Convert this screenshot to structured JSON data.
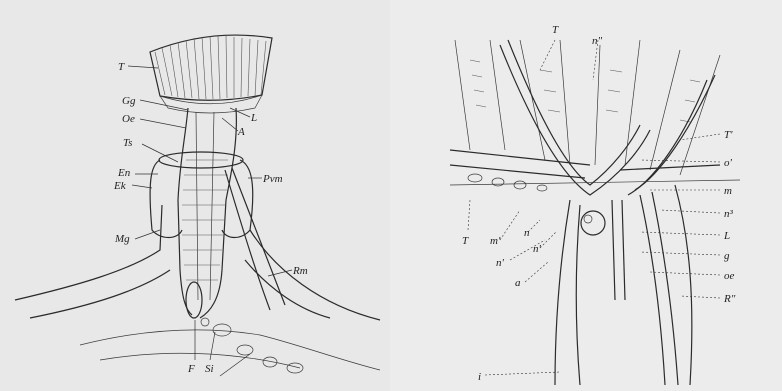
{
  "figure_left": {
    "labels": {
      "T": "T",
      "Gg": "Gg",
      "Oe": "Oe",
      "L": "L",
      "A": "A",
      "Ts": "Ts",
      "En": "En",
      "Ek": "Ek",
      "Pvm": "Pvm",
      "Mg": "Mg",
      "Rm": "Rm",
      "F": "F",
      "Si": "Si"
    }
  },
  "figure_right": {
    "labels": {
      "T_top": "T",
      "n2_top": "n\"",
      "T1": "T'",
      "o1": "o'",
      "m_right": "m",
      "n3": "n³",
      "L": "L",
      "g": "g",
      "oe": "oe",
      "R2": "R\"",
      "T_left": "T",
      "m1": "m'",
      "n_mid": "n",
      "n1_mid": "n'",
      "n1_low": "n'",
      "a": "a",
      "i": "i"
    }
  }
}
